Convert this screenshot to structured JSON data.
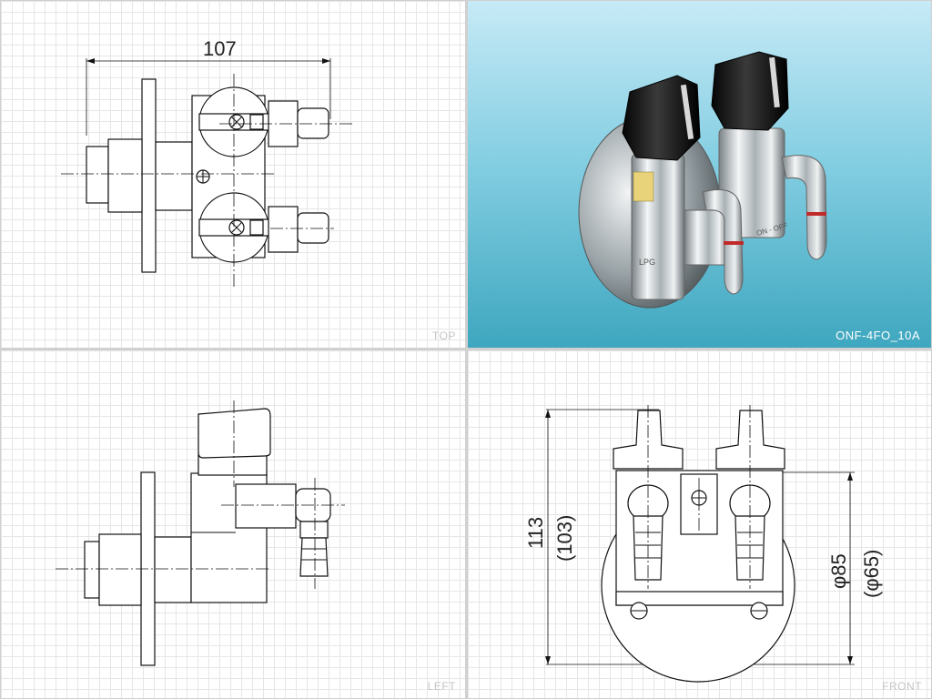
{
  "views": {
    "top": {
      "label": "TOP",
      "dim_width": "107"
    },
    "photo": {
      "label": "ONF-4FO_10A"
    },
    "left": {
      "label": "LEFT"
    },
    "front": {
      "label": "FRONT",
      "dim_height": "113",
      "dim_height_inner": "(103)",
      "dim_dia": "φ85",
      "dim_dia_inner": "(φ65)"
    }
  },
  "photo_markings": {
    "body": "LPG",
    "valve": "ON - OFF"
  },
  "colors": {
    "line": "#111111",
    "grid": "#e6e6e6",
    "photo_bg_top": "#c7eaf6",
    "photo_bg_bottom": "#3ea7bf",
    "knob": "#111111",
    "chrome": "#d9dde0"
  }
}
